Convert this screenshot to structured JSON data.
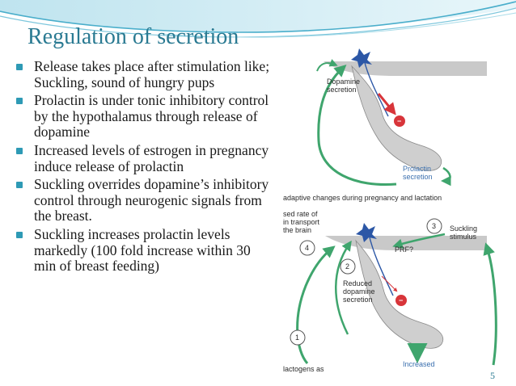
{
  "slide": {
    "title": "Regulation of secretion",
    "bullets": [
      "Release takes place after stimulation like; Suckling, sound of hungry pups",
      "Prolactin is under tonic inhibitory control by the hypothalamus through release of dopamine",
      "Increased levels of estrogen in pregnancy induce release of prolactin",
      "Suckling overrides dopamine’s inhibitory control through neurogenic signals from the breast.",
      "Suckling increases prolactin levels markedly (100 fold increase within 30 min of breast feeding)"
    ],
    "page_number": "5"
  },
  "figure": {
    "top": {
      "dopamine_label": "Dopamine\nsecretion",
      "minus_sign": "−",
      "prolactin_label": "Prolactin\nsecretion"
    },
    "caption": "adaptive changes during pregnancy and lactation",
    "bottom": {
      "transport_label": "sed rate of\nin transport\nthe brain",
      "step_numbers": [
        "1",
        "2",
        "3",
        "4"
      ],
      "prf_label": "PRF?",
      "suckling_label": "Suckling\nstimulus",
      "reduced_label": "Reduced\ndopamine\nsecretion",
      "minus_sign": "−",
      "increased_label": "Increased",
      "lactogens_label": "lactogens as"
    }
  },
  "colors": {
    "title": "#2a7a92",
    "bullet": "#2e9ab5",
    "arrow_green": "#3fa56d",
    "neuron_blue": "#2c57a6",
    "minus_red": "#d8353a",
    "label_blue": "#3a6fae"
  }
}
